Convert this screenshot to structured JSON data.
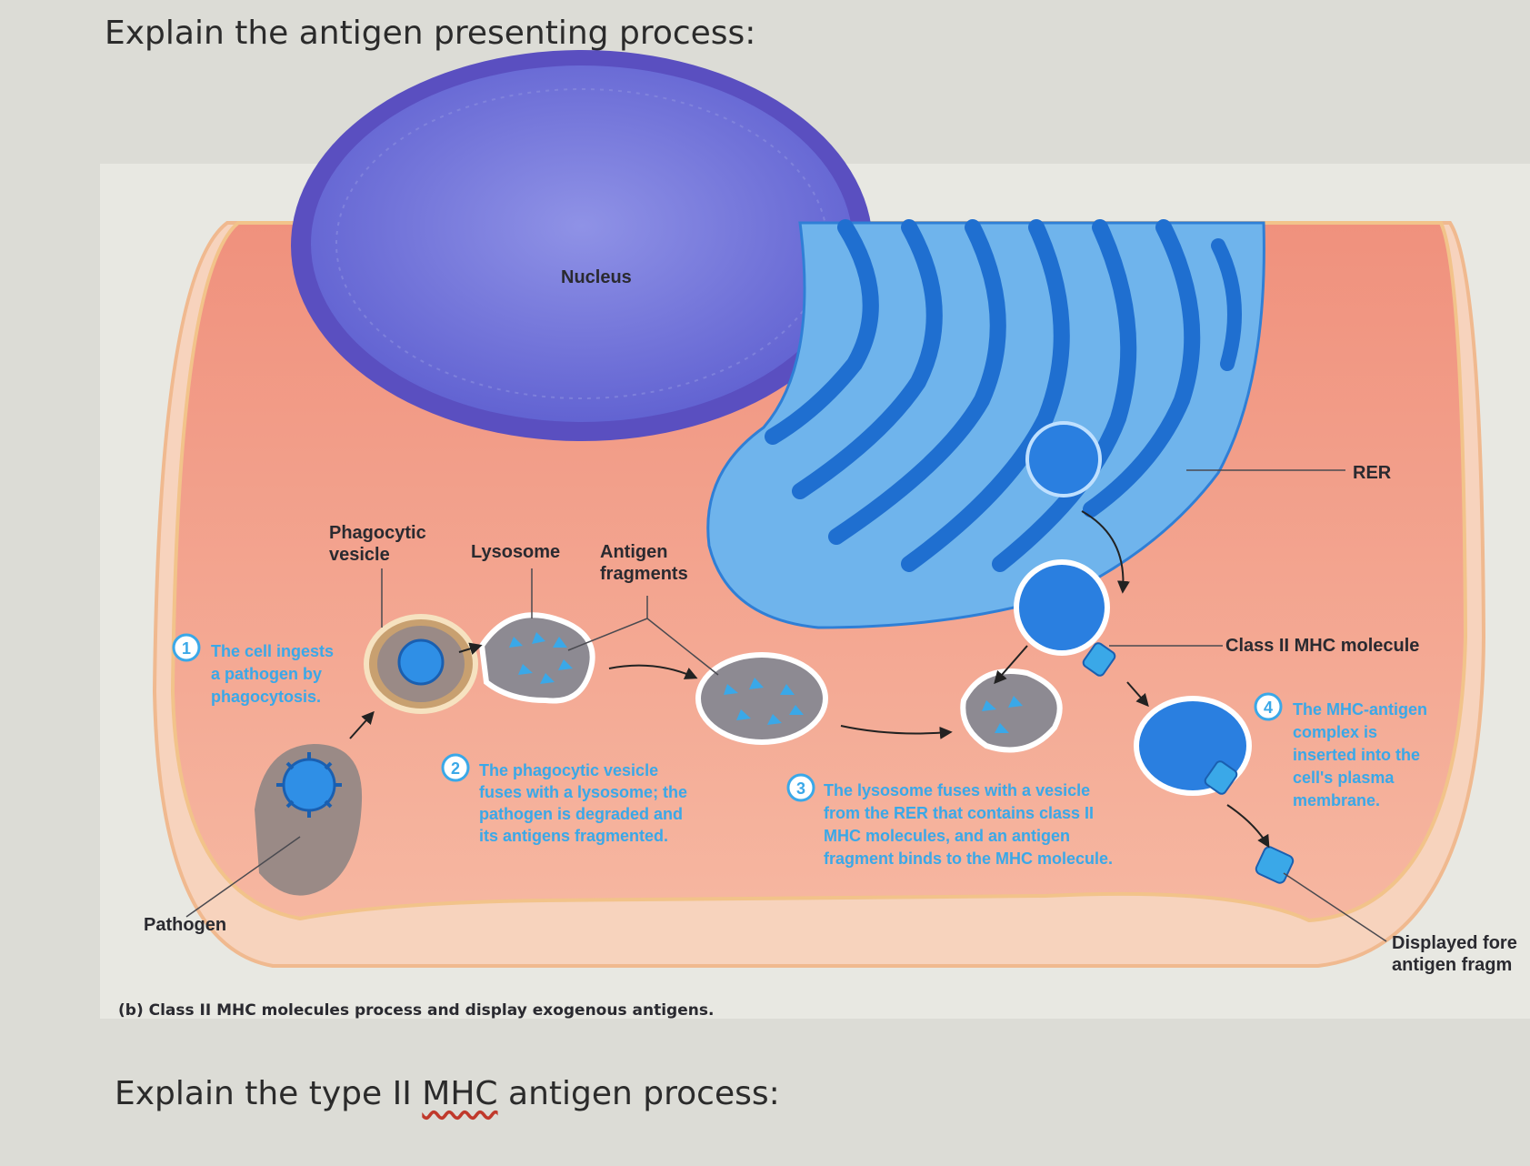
{
  "question_1": "Explain the antigen presenting process:",
  "question_2_prefix": "Explain the type II ",
  "question_2_mhc": "MHC",
  "question_2_suffix": " antigen process:",
  "figure": {
    "labels": {
      "nucleus": "Nucleus",
      "rer": "RER",
      "phagocytic_vesicle": [
        "Phagocytic",
        "vesicle"
      ],
      "lysosome": "Lysosome",
      "antigen_fragments": [
        "Antigen",
        "fragments"
      ],
      "class_ii_mhc_molecule": "Class II MHC molecule",
      "pathogen": "Pathogen",
      "displayed_fragment": [
        "Displayed fore",
        "antigen fragm"
      ]
    },
    "steps": [
      {
        "number": "1",
        "lines": [
          "The cell ingests",
          "a pathogen by",
          "phagocytosis."
        ]
      },
      {
        "number": "2",
        "lines": [
          "The phagocytic vesicle",
          "fuses with a lysosome; the",
          "pathogen is degraded and",
          "its antigens fragmented."
        ]
      },
      {
        "number": "3",
        "lines": [
          "The lysosome fuses with a vesicle",
          "from the RER that contains class II",
          "MHC molecules, and an antigen",
          "fragment binds to the MHC molecule."
        ]
      },
      {
        "number": "4",
        "lines": [
          "The MHC-antigen",
          "complex is",
          "inserted into the",
          "cell's plasma",
          "membrane."
        ]
      }
    ],
    "caption": "(b) Class II MHC molecules process and display exogenous antigens."
  },
  "colors": {
    "cytoplasm": "#f2a38e",
    "nucleus": "#6d6ed6",
    "rer": "#3b8fe0",
    "mhc": "#3aa8e8",
    "vesicle_fill": "#8d8a92"
  }
}
